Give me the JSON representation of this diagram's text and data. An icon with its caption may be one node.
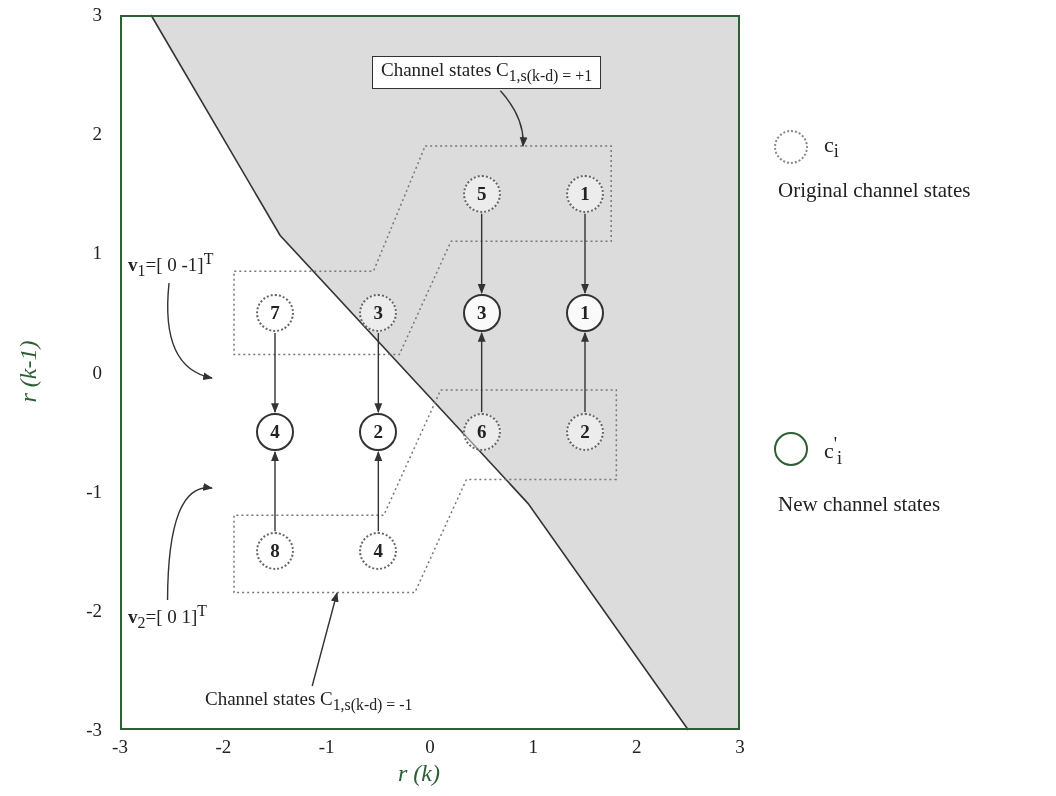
{
  "diagram": {
    "nodes": [
      {
        "text": [
          "Channel states C$_{1,s(k-d) = +1}$"
        ]
      },
      {
        "text": [],
        "shape": "box"
      },
      {
        "text": [
          "5"
        ],
        "in": 1
      },
      {
        "text": [
          "1"
        ],
        "in": 1
      },
      {
        "text": [
          "7"
        ],
        "in": 1
      },
      {
        "text": [
          "3"
        ],
        "in": 1
      },
      {
        "text": [
          "3"
        ]
      },
      {
        "text": [
          "1"
        ]
      },
      {
        "text": [
          "**v**$_{1}$=[ 0  -1]$^{T}$"
        ]
      },
      {
        "text": [
          "4"
        ]
      },
      {
        "text": [
          "2"
        ]
      },
      {
        "text": [],
        "shape": "box"
      },
      {
        "text": [
          "6"
        ],
        "in": 11
      },
      {
        "text": [
          "2"
        ],
        "in": 11
      },
      {
        "text": [
          "8"
        ],
        "in": 11
      },
      {
        "text": [
          "4"
        ],
        "in": 11
      },
      {
        "text": [
          "**v**$_{2}$=[ 0   1]$^{T}$"
        ]
      },
      {
        "text": [
          "Channel states   C$_{1,s(k-d) = -1}$"
        ]
      }
    ],
    "edges": [
      {
        "from": 2,
        "to": 6,
        "arrow": "to"
      },
      {
        "from": 3,
        "to": 7,
        "arrow": "to"
      },
      {
        "from": 4,
        "to": 9,
        "arrow": "to"
      },
      {
        "from": 5,
        "to": 10,
        "arrow": "to"
      },
      {
        "from": 12,
        "to": 6,
        "arrow": "to"
      },
      {
        "from": 13,
        "to": 7,
        "arrow": "to"
      },
      {
        "from": 14,
        "to": 9,
        "arrow": "to"
      },
      {
        "from": 15,
        "to": 10,
        "arrow": "to"
      },
      {
        "from": 0,
        "to": 1,
        "arrow": "to"
      },
      {
        "from": 8,
        "to": null,
        "arrow": "to"
      },
      {
        "from": 16,
        "to": null,
        "arrow": "to"
      },
      {
        "from": 17,
        "to": 11,
        "arrow": "to"
      }
    ],
    "labels": [
      "3",
      "2",
      "1",
      "0",
      "-1",
      "-2",
      "-3",
      "r (k-1)",
      "Original channel states",
      "New channel states",
      "-3",
      "-2",
      "-1",
      "0",
      "1",
      "2",
      "3",
      "r (k)"
    ],
    "legend": [
      {
        "text": "c$_{i}$"
      },
      {
        "text": "c$^{'}$$_{i}$"
      }
    ]
  }
}
